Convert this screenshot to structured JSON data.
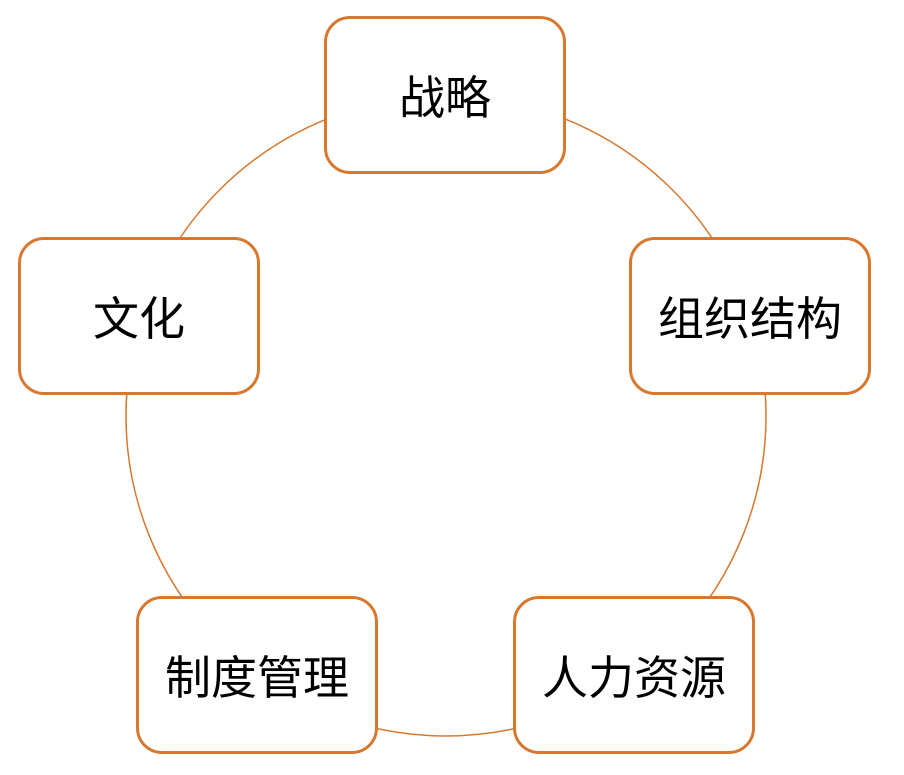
{
  "diagram": {
    "type": "cycle",
    "accent_color": "#d8782f",
    "nodes": [
      {
        "id": "strategy",
        "label": "战略"
      },
      {
        "id": "organization",
        "label": "组织结构"
      },
      {
        "id": "human-resources",
        "label": "人力资源"
      },
      {
        "id": "system-management",
        "label": "制度管理"
      },
      {
        "id": "culture",
        "label": "文化"
      }
    ]
  }
}
